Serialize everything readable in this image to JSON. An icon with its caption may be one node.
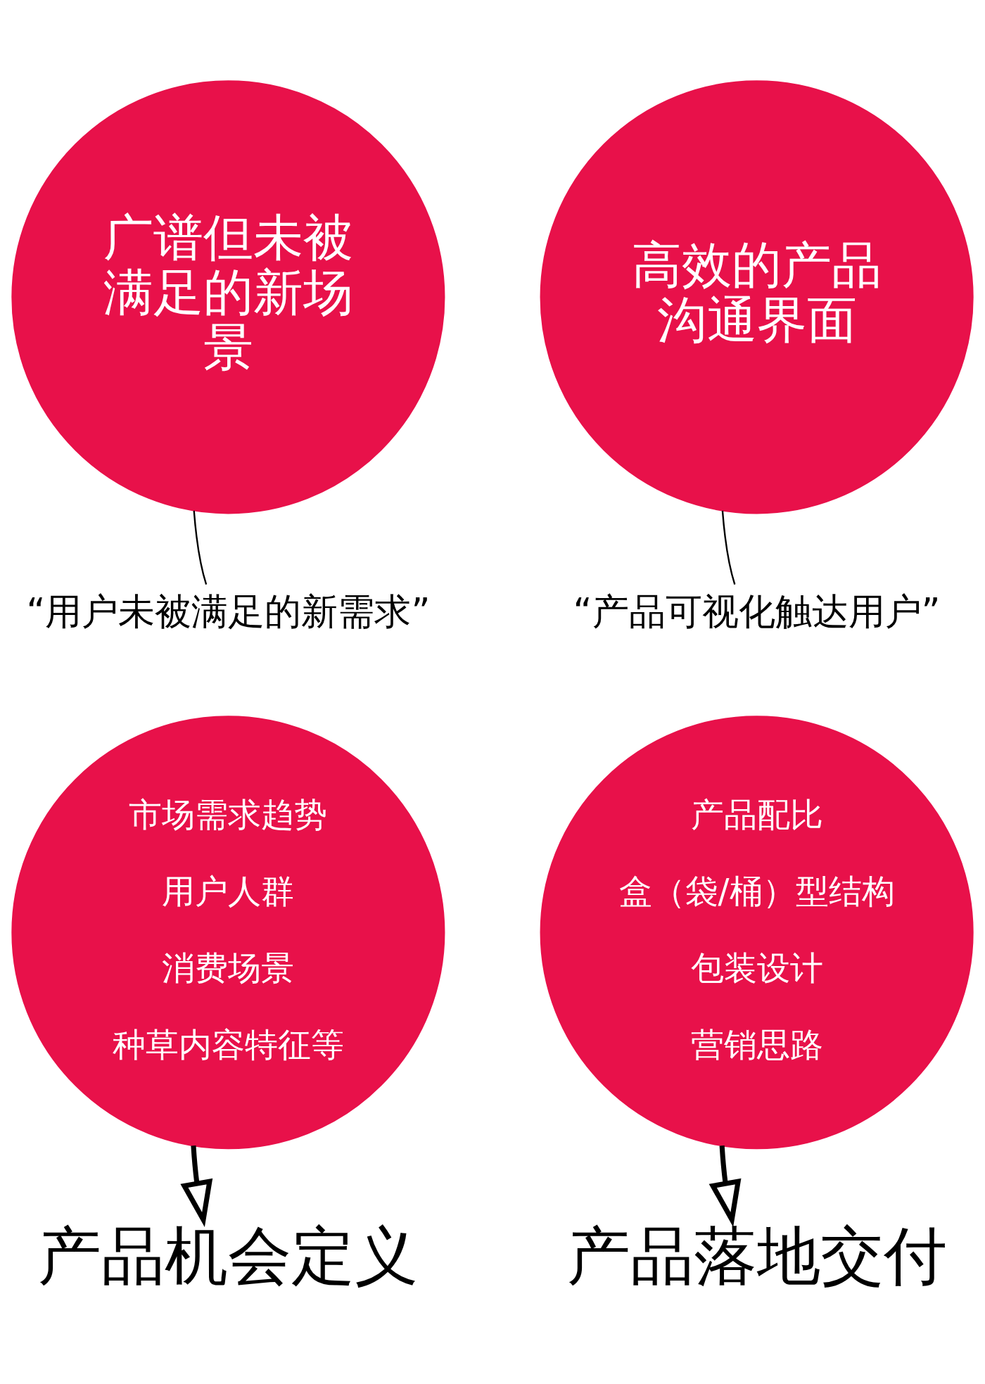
{
  "diagram": {
    "nodes": [
      {
        "text": [
          "广谱但未被满足的新场景"
        ]
      },
      {
        "text": [
          "“用户未被满足的新需求”"
        ]
      },
      {
        "text": [
          "市场需求趋势",
          "用户人群",
          "消费场景",
          "种草内容特征等"
        ]
      },
      {
        "text": [
          "产品机会定义"
        ]
      },
      {
        "text": [
          "高效的产品沟通界面"
        ]
      },
      {
        "text": [
          "“产品可视化触达用户”"
        ]
      },
      {
        "text": [
          "产品配比",
          "盒（袋/桶）型结构",
          "包装设计",
          "营销思路"
        ]
      },
      {
        "text": [
          "产品落地交付"
        ]
      }
    ],
    "edges": [
      {
        "from": 0,
        "to": 1,
        "arrow": "none"
      },
      {
        "from": 2,
        "to": 3,
        "arrow": "to",
        "style": "thick"
      },
      {
        "from": 4,
        "to": 5,
        "arrow": "none"
      },
      {
        "from": 6,
        "to": 7,
        "arrow": "to",
        "style": "thick"
      }
    ]
  }
}
